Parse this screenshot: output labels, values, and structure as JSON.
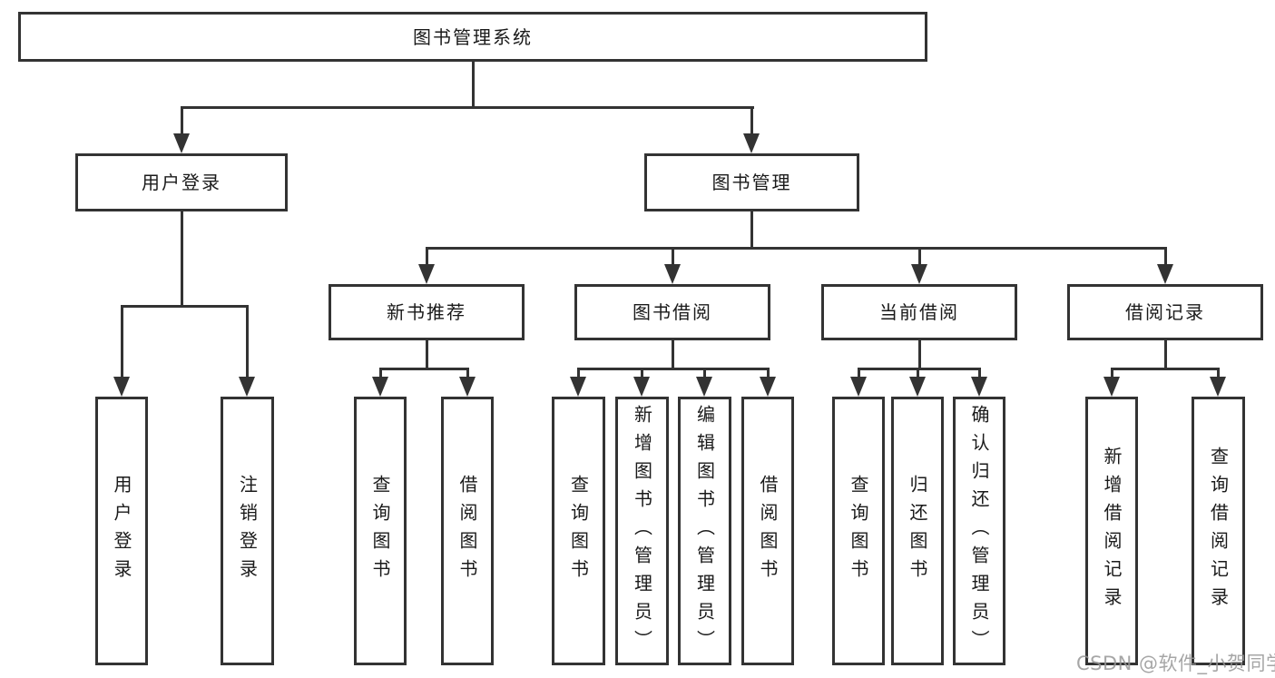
{
  "colors": {
    "line": "#333333",
    "text": "#1a1a1a",
    "background": "#ffffff",
    "watermark": "#969696"
  },
  "watermark": {
    "text": "CSDN @软件_小贺同学"
  },
  "tree": {
    "root": {
      "label": "图书管理系统",
      "children": [
        {
          "label": "用户登录",
          "children": [
            {
              "label": "用户登录"
            },
            {
              "label": "注销登录"
            }
          ]
        },
        {
          "label": "图书管理",
          "children": [
            {
              "label": "新书推荐",
              "children": [
                {
                  "label": "查询图书"
                },
                {
                  "label": "借阅图书"
                }
              ]
            },
            {
              "label": "图书借阅",
              "children": [
                {
                  "label": "查询图书"
                },
                {
                  "label": "新增图书（管理员）"
                },
                {
                  "label": "编辑图书（管理员）"
                },
                {
                  "label": "借阅图书"
                }
              ]
            },
            {
              "label": "当前借阅",
              "children": [
                {
                  "label": "查询图书"
                },
                {
                  "label": "归还图书"
                },
                {
                  "label": "确认归还（管理员）"
                }
              ]
            },
            {
              "label": "借阅记录",
              "children": [
                {
                  "label": "新增借阅记录"
                },
                {
                  "label": "查询借阅记录"
                }
              ]
            }
          ]
        }
      ]
    }
  }
}
